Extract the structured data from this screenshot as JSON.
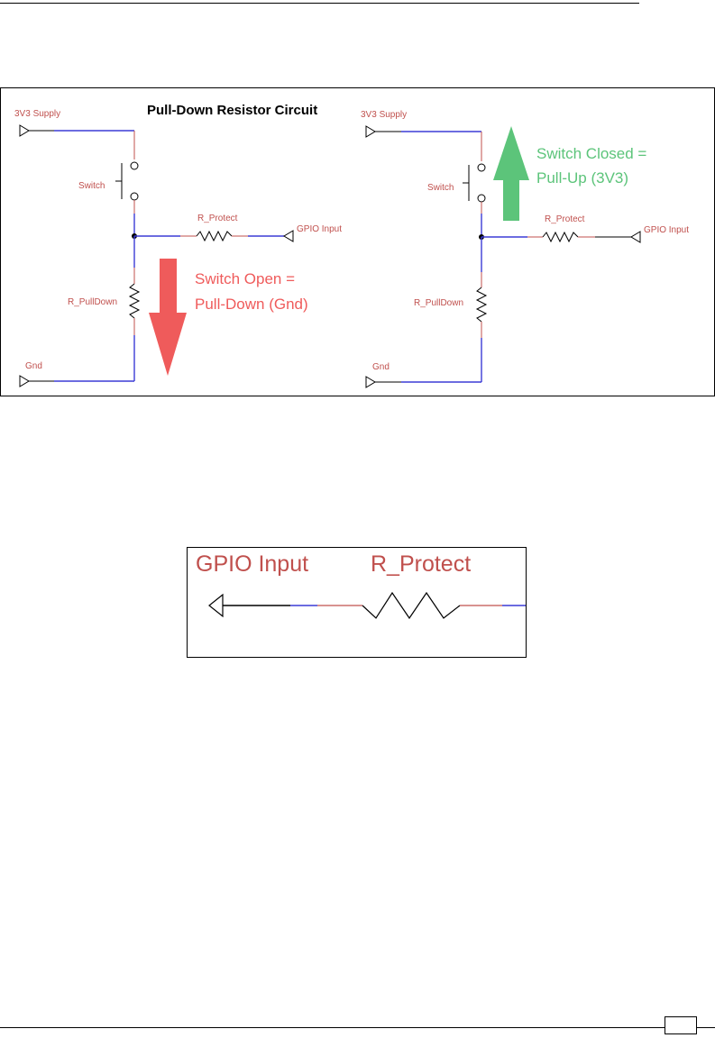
{
  "figure1": {
    "title": "Pull-Down Resistor Circuit",
    "left": {
      "supply_label": "3V3 Supply",
      "switch_label": "Switch",
      "r_protect_label": "R_Protect",
      "gpio_label": "GPIO Input",
      "r_pulldown_label": "R_PullDown",
      "gnd_label": "Gnd",
      "annotation_line1": "Switch Open =",
      "annotation_line2": "Pull-Down (Gnd)",
      "arrow_direction": "down",
      "arrow_color": "#ef5b5b"
    },
    "right": {
      "supply_label": "3V3 Supply",
      "switch_label": "Switch",
      "r_protect_label": "R_Protect",
      "gpio_label": "GPIO Input",
      "r_pulldown_label": "R_PullDown",
      "gnd_label": "Gnd",
      "annotation_line1": "Switch Closed =",
      "annotation_line2": "Pull-Up (3V3)",
      "arrow_direction": "up",
      "arrow_color": "#5cc47a"
    },
    "colors": {
      "label": "#c0504d",
      "wire_blue": "#3b3bd6",
      "wire_red": "#c0504d",
      "wire_black": "#000000",
      "annotation_red": "#ef5b5b",
      "annotation_green": "#5cc47a"
    }
  },
  "figure2": {
    "gpio_label": "GPIO Input",
    "r_protect_label": "R_Protect"
  }
}
